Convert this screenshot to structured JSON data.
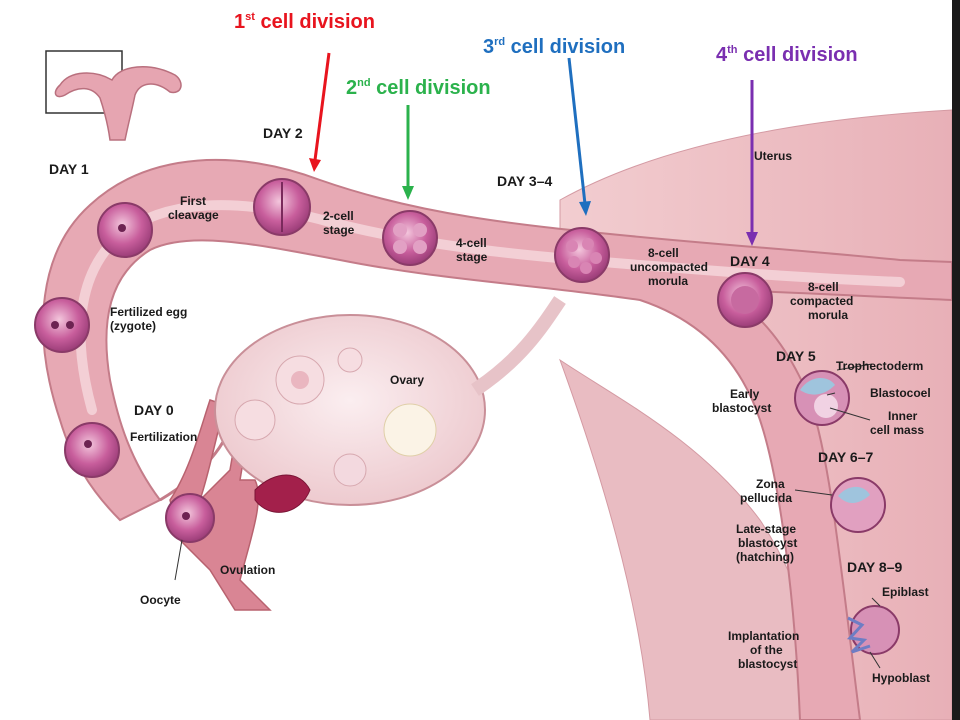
{
  "colors": {
    "first": "#e8141e",
    "second": "#2bb24c",
    "third": "#1f6fbf",
    "fourth": "#7a2fb0",
    "tissue": "#e9b3bd",
    "tissue_dark": "#c97f8d",
    "cell": "#b94f8e"
  },
  "callouts": [
    {
      "num": "1",
      "sup": "st",
      "text": " cell division",
      "color": "#e8141e"
    },
    {
      "num": "2",
      "sup": "nd",
      "text": " cell division",
      "color": "#2bb24c"
    },
    {
      "num": "3",
      "sup": "rd",
      "text": " cell division",
      "color": "#1f6fbf"
    },
    {
      "num": "4",
      "sup": "th",
      "text": " cell division",
      "color": "#7a2fb0"
    }
  ],
  "days": {
    "day1": "DAY 1",
    "day2": "DAY 2",
    "day34": "DAY 3–4",
    "day4": "DAY 4",
    "day5": "DAY 5",
    "day67": "DAY 6–7",
    "day89": "DAY 8–9",
    "day0": "DAY 0"
  },
  "labels": {
    "uterus": "Uterus",
    "first_cleavage": [
      "First",
      "cleavage"
    ],
    "two_cell": [
      "2-cell",
      "stage"
    ],
    "four_cell": [
      "4-cell",
      "stage"
    ],
    "eight_uncompacted": [
      "8-cell",
      "uncompacted",
      "morula"
    ],
    "eight_compacted": [
      "8-cell",
      "compacted",
      "morula"
    ],
    "fertilized_egg": [
      "Fertilized egg",
      "(zygote)"
    ],
    "ovary": "Ovary",
    "fertilization": "Fertilization",
    "ovulation": "Ovulation",
    "oocyte": "Oocyte",
    "trophectoderm": "Trophectoderm",
    "blastocoel": "Blastocoel",
    "inner_cell_mass": [
      "Inner",
      "cell mass"
    ],
    "early_blastocyst": [
      "Early",
      "blastocyst"
    ],
    "zona_pellucida": [
      "Zona",
      "pellucida"
    ],
    "late_blastocyst": [
      "Late-stage",
      "blastocyst",
      "(hatching)"
    ],
    "epiblast": "Epiblast",
    "hypoblast": "Hypoblast",
    "implantation": [
      "Implantation",
      "of the",
      "blastocyst"
    ]
  }
}
